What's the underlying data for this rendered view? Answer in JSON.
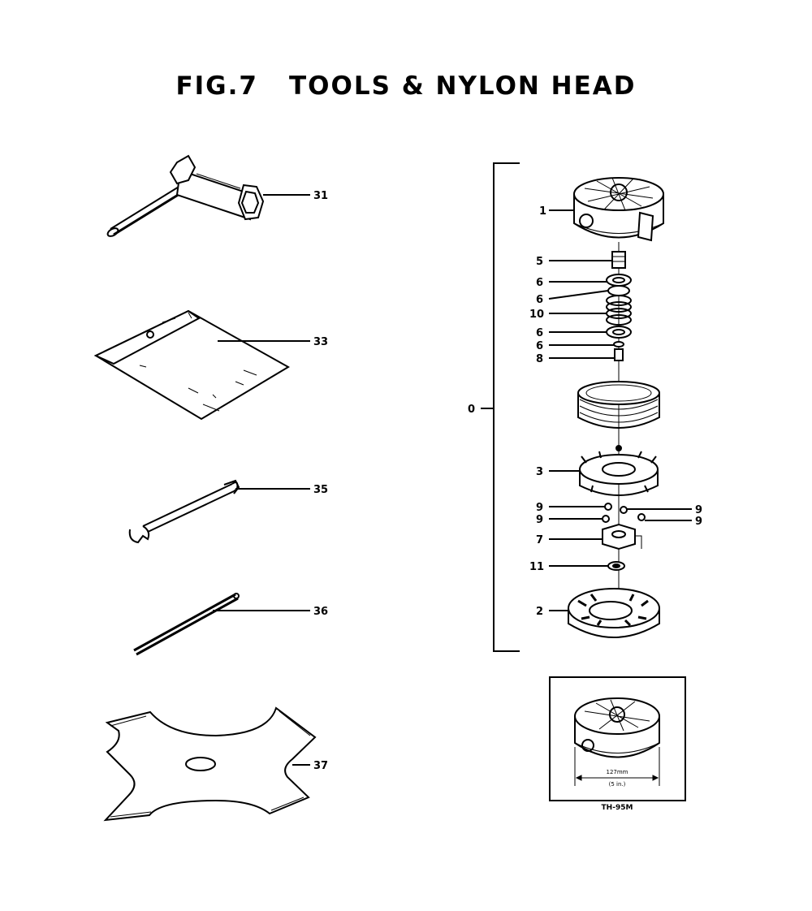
{
  "title": {
    "fig": "FIG.7",
    "text": "TOOLS & NYLON HEAD"
  },
  "callouts": {
    "c31": "31",
    "c33": "33",
    "c35": "35",
    "c36": "36",
    "c37": "37",
    "c0": "0",
    "c1": "1",
    "c5": "5",
    "c6a": "6",
    "c6b": "6",
    "c10": "10",
    "c6c": "6",
    "c6d": "6",
    "c8": "8",
    "c3": "3",
    "c9a": "9",
    "c9b": "9",
    "c9c": "9",
    "c9d": "9",
    "c7": "7",
    "c11": "11",
    "c2": "2"
  },
  "inset": {
    "dimension_mm": "127mm",
    "dimension_in": "(5 in.)",
    "model": "TH-95M"
  }
}
